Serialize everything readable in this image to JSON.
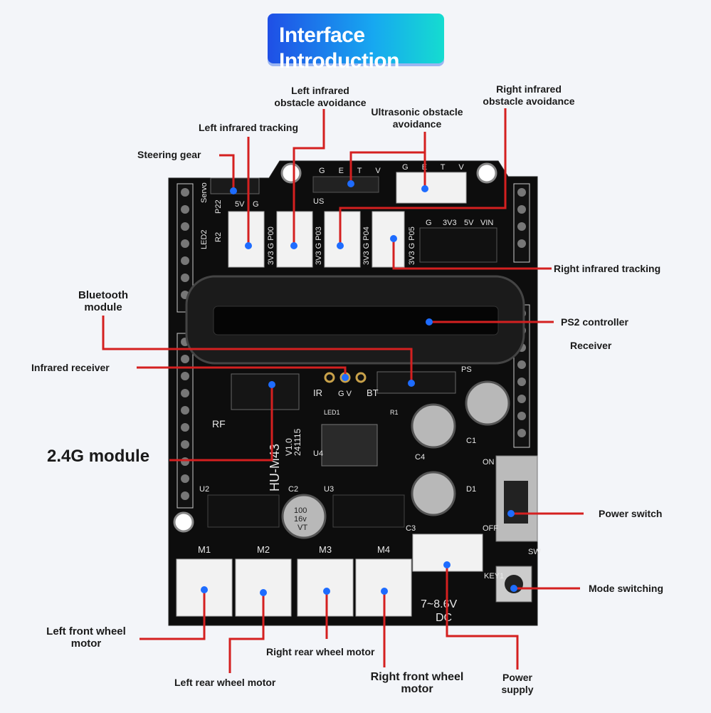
{
  "title": {
    "line1": "Interface",
    "line2": "Introduction"
  },
  "labels": {
    "left_ir_obstacle": [
      "Left infrared",
      "obstacle avoidance"
    ],
    "ultrasonic": [
      "Ultrasonic obstacle",
      "avoidance"
    ],
    "right_ir_obstacle": [
      "Right infrared",
      "obstacle avoidance"
    ],
    "left_ir_tracking": "Left infrared tracking",
    "steering_gear": "Steering gear",
    "bluetooth": [
      "Bluetooth",
      "module"
    ],
    "ir_receiver": "Infrared receiver",
    "module_24g": "2.4G module",
    "right_ir_tracking": "Right infrared tracking",
    "ps2": "PS2 controller",
    "receiver": "Receiver",
    "power_switch": "Power switch",
    "mode_switching": "Mode switching",
    "left_front_motor": [
      "Left front wheel",
      "motor"
    ],
    "left_rear_motor": "Left rear wheel motor",
    "right_rear_motor": "Right rear wheel motor",
    "right_front_motor": [
      "Right front wheel",
      "motor"
    ],
    "power_supply": [
      "Power",
      "supply"
    ]
  },
  "board": {
    "model": "HU-M43",
    "version": "V1.0",
    "date": "241115",
    "silkscreen": {
      "servo": "Servo",
      "p22": "P22",
      "v5": "5V",
      "g": "G",
      "led2": "LED2",
      "r2": "R2",
      "p00": "3V3 G P00",
      "p03": "3V3 G P03",
      "p04": "3V3 G P04",
      "p05": "3V3 G P05",
      "us_header": "G E T V",
      "us": "US",
      "power_pins": [
        "G",
        "3V3",
        "5V",
        "VIN"
      ],
      "rf": "RF",
      "ir": "IR",
      "ir_pins": "G V",
      "bt": "BT",
      "ps": "PS",
      "led1": "LED1",
      "r1": "R1",
      "u2": "U2",
      "u3": "U3",
      "u4": "U4",
      "c1": "C1",
      "c2": "C2",
      "c3": "C3",
      "c4": "C4",
      "d1": "D1",
      "on": "ON",
      "off": "OFF",
      "sw": "SW",
      "key1": "KEY1",
      "motors": [
        "M1",
        "M2",
        "M3",
        "M4"
      ],
      "voltage": "7~8.6V",
      "dc": "DC",
      "cap": [
        "100",
        "16v",
        "VT"
      ]
    }
  },
  "colors": {
    "leader": "#d42020",
    "dot": "#1e6cff",
    "board": "#0d0d0d",
    "connector": "#f2f2f2"
  }
}
